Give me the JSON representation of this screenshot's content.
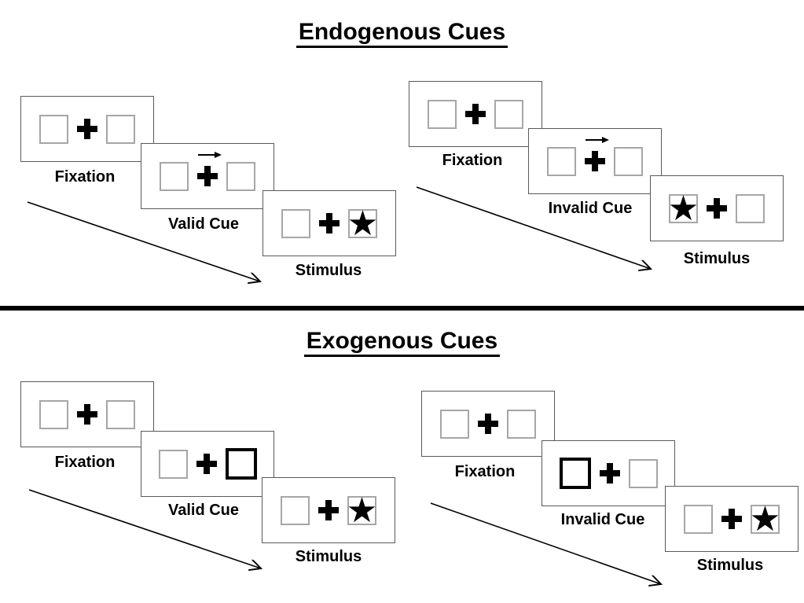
{
  "sections": [
    {
      "title": "Endogenous Cues",
      "groups": [
        {
          "name": "endogenous-valid",
          "panels": [
            {
              "label": "Fixation",
              "type": "fixation"
            },
            {
              "label": "Valid Cue",
              "type": "endogenous-cue",
              "cue_direction": "right"
            },
            {
              "label": "Stimulus",
              "type": "stimulus",
              "star_side": "right"
            }
          ]
        },
        {
          "name": "endogenous-invalid",
          "panels": [
            {
              "label": "Fixation",
              "type": "fixation"
            },
            {
              "label": "Invalid Cue",
              "type": "endogenous-cue",
              "cue_direction": "right"
            },
            {
              "label": "Stimulus",
              "type": "stimulus",
              "star_side": "left"
            }
          ]
        }
      ]
    },
    {
      "title": "Exogenous Cues",
      "groups": [
        {
          "name": "exogenous-valid",
          "panels": [
            {
              "label": "Fixation",
              "type": "fixation"
            },
            {
              "label": "Valid Cue",
              "type": "exogenous-cue",
              "highlight_side": "right"
            },
            {
              "label": "Stimulus",
              "type": "stimulus",
              "star_side": "right"
            }
          ]
        },
        {
          "name": "exogenous-invalid",
          "panels": [
            {
              "label": "Fixation",
              "type": "fixation"
            },
            {
              "label": "Invalid Cue",
              "type": "exogenous-cue",
              "highlight_side": "left"
            },
            {
              "label": "Stimulus",
              "type": "stimulus",
              "star_side": "right"
            }
          ]
        }
      ]
    }
  ],
  "icons": {
    "star": "★",
    "fixation_cross": "plus-cross",
    "cue_arrow": "right-arrow",
    "timeline_arrow": "down-right-arrow"
  },
  "colors": {
    "background": "#ffffff",
    "ink": "#000000",
    "panel_border": "#595959",
    "box_border": "#a6a6a6"
  }
}
